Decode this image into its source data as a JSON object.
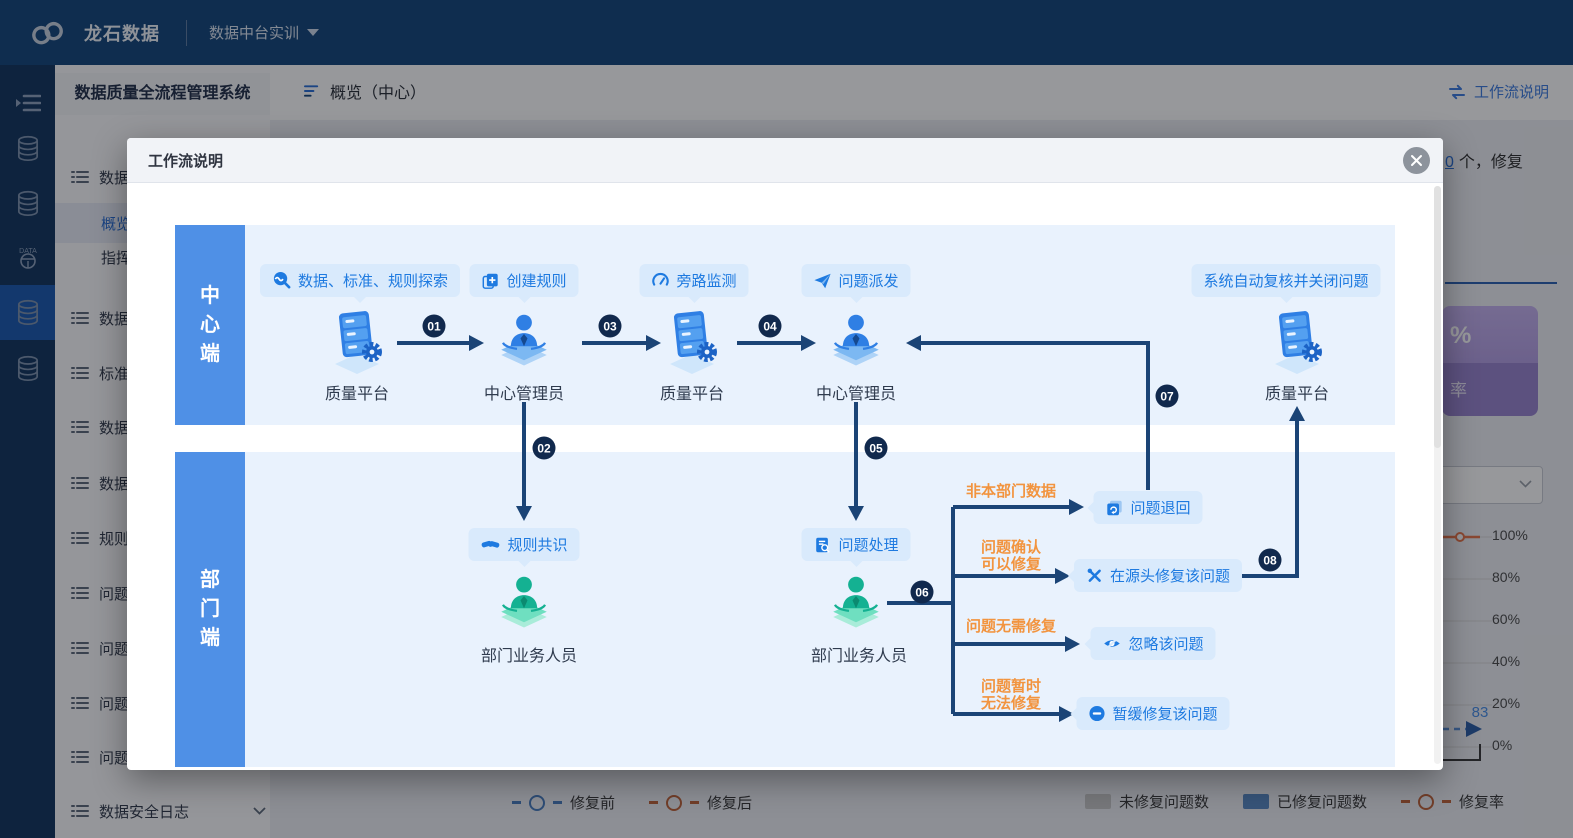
{
  "colors": {
    "accent_blue": "#1e7ae0",
    "lane_blue": "#4f90e6",
    "connector_navy": "#1b4476",
    "condition_orange": "#f2943f",
    "topbar_navy": "#15477c"
  },
  "topbar": {
    "brand": "龙石数据",
    "workspace": "数据中台实训"
  },
  "sidebar": {
    "title": "数据质量全流程管理系统",
    "items": [
      {
        "label": "数据"
      },
      {
        "label": "概览"
      },
      {
        "label": "指挥"
      },
      {
        "label": "数据"
      },
      {
        "label": "标准"
      },
      {
        "label": "数据"
      },
      {
        "label": "数据"
      },
      {
        "label": "规则"
      },
      {
        "label": "问题"
      },
      {
        "label": "问题"
      },
      {
        "label": "问题"
      },
      {
        "label": "问题"
      },
      {
        "label": "数据安全日志"
      }
    ]
  },
  "tabbar": {
    "active_tab": "概览（中心）",
    "workflow_link": "工作流说明"
  },
  "background": {
    "summary_fragment_link": "0",
    "summary_fragment_rest": "个，修复",
    "stat_card": {
      "value_suffix": "%",
      "label_suffix": "率"
    },
    "chart": {
      "type": "line",
      "right_axis_ticks": [
        "100%",
        "80%",
        "60%",
        "40%",
        "20%",
        "0%"
      ],
      "annotation_value": "83",
      "legend_top": [
        "修复前",
        "修复后"
      ],
      "legend_bottom": [
        "未修复问题数",
        "已修复问题数",
        "修复率"
      ],
      "colors": {
        "line_before": "#6ea3e8",
        "line_after": "#e8764a",
        "bar_unfixed": "#c9c9c9",
        "bar_fixed": "#6ea3e8",
        "rate": "#e8764a"
      }
    }
  },
  "modal": {
    "title": "工作流说明",
    "lanes": [
      {
        "label": "中\n心\n端"
      },
      {
        "label": "部\n门\n端"
      }
    ],
    "steps": [
      "01",
      "02",
      "03",
      "04",
      "05",
      "06",
      "07",
      "08"
    ],
    "bubbles": {
      "explore": "数据、标准、规则探索",
      "create_rule": "创建规则",
      "bypass_monitor": "旁路监测",
      "issue_dispatch": "问题派发",
      "auto_review": "系统自动复核并关闭问题",
      "rule_consensus": "规则共识",
      "issue_handle": "问题处理"
    },
    "nodes": {
      "platform": "质量平台",
      "admin": "中心管理员",
      "dept_user": "部门业务人员"
    },
    "branches": [
      {
        "condition": "非本部门数据",
        "action": "问题退回"
      },
      {
        "condition": "问题确认\n可以修复",
        "action": "在源头修复该问题"
      },
      {
        "condition": "问题无需修复",
        "action": "忽略该问题"
      },
      {
        "condition": "问题暂时\n无法修复",
        "action": "暂缓修复该问题"
      }
    ]
  }
}
